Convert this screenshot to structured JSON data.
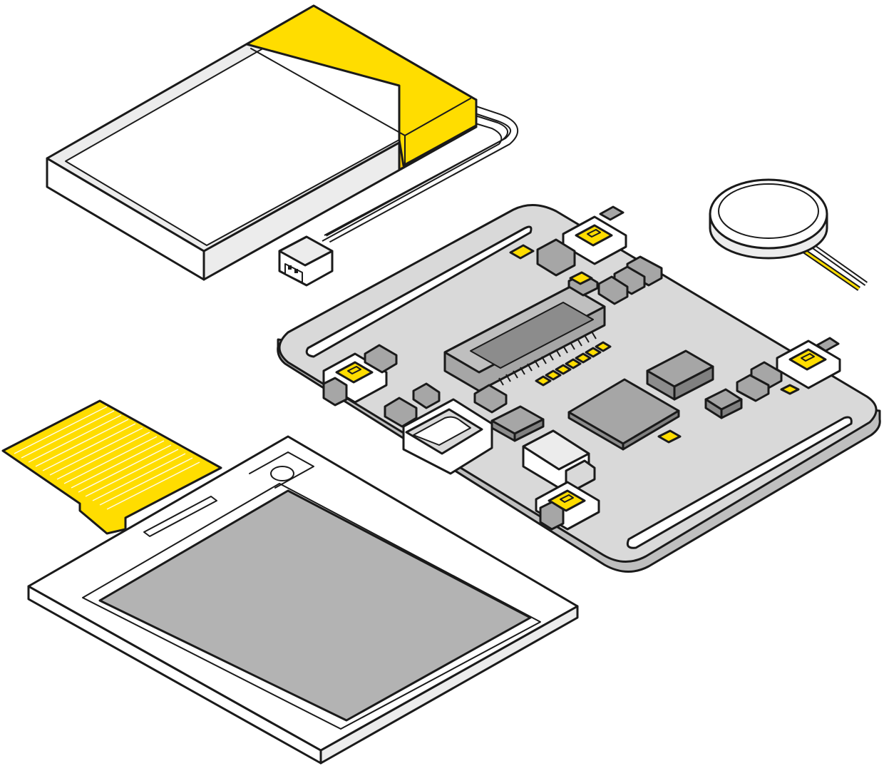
{
  "illustration": {
    "style": "isometric exploded view of electronic device components",
    "components": [
      {
        "name": "battery",
        "icon": "lipo-battery-icon"
      },
      {
        "name": "battery-connector",
        "icon": "jst-connector-icon"
      },
      {
        "name": "vibration-motor",
        "icon": "coin-motor-icon"
      },
      {
        "name": "circuit-board",
        "icon": "pcb-icon"
      },
      {
        "name": "display",
        "icon": "lcd-display-icon"
      },
      {
        "name": "flex-cable",
        "icon": "flex-cable-icon"
      }
    ]
  },
  "colors": {
    "outline": "#1a1a1a",
    "accent_yellow": "#ffdd00",
    "board_grey": "#d9d9d9",
    "chip_grey": "#a6a6a6",
    "screen_grey": "#b3b3b3",
    "white": "#ffffff",
    "light_grey": "#ececec"
  }
}
